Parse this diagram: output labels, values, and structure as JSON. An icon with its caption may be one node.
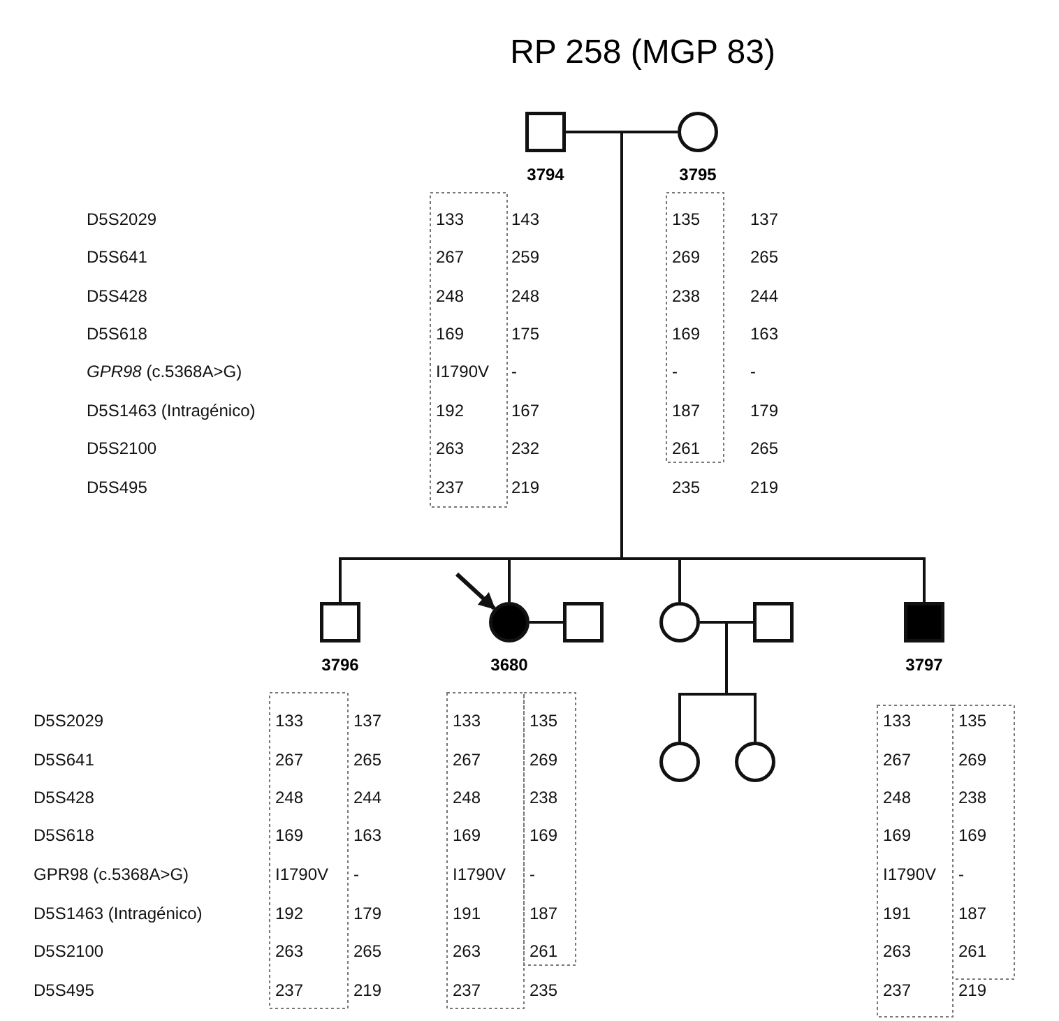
{
  "diagram": {
    "title": "RP 258 (MGP 83)",
    "nodes": [
      {
        "text": [],
        "shape": "box",
        "beside": [
          "3794"
        ]
      },
      {
        "text": [],
        "shape": "circle",
        "beside": [
          "3795"
        ]
      },
      {
        "text": [],
        "shape": "box",
        "beside": [
          "3796"
        ]
      },
      {
        "text": [],
        "shape": "disc",
        "beside": [
          "3680"
        ]
      },
      {
        "text": [],
        "shape": "box"
      },
      {
        "text": [],
        "shape": "circle"
      },
      {
        "text": [],
        "shape": "box"
      },
      {
        "text": [],
        "shape": "block",
        "beside": [
          "3797"
        ]
      },
      {
        "text": [],
        "shape": "circle"
      },
      {
        "text": [],
        "shape": "circle"
      }
    ],
    "edges": [
      {
        "from": 0,
        "to": 1,
        "arrow": "none"
      },
      {
        "from": null,
        "to": 2,
        "arrow": "none"
      },
      {
        "from": null,
        "to": 3,
        "arrow": "none"
      },
      {
        "from": null,
        "to": 5,
        "arrow": "none"
      },
      {
        "from": null,
        "to": 7,
        "arrow": "none"
      },
      {
        "from": 3,
        "to": 4,
        "arrow": "none"
      },
      {
        "from": 5,
        "to": 6,
        "arrow": "none"
      },
      {
        "from": null,
        "to": 8,
        "arrow": "none"
      },
      {
        "from": null,
        "to": 9,
        "arrow": "none"
      },
      {
        "from": null,
        "to": 3,
        "arrow": "to"
      }
    ],
    "labels": [
      "D5S2029",
      "133",
      "143",
      "135",
      "137",
      "D5S641",
      "267",
      "259",
      "269",
      "265",
      "D5S428",
      "248",
      "248",
      "238",
      "244",
      "D5S618",
      "169",
      "175",
      "169",
      "163",
      "*GPR98* (c.5368A>G)",
      "I1790V",
      "-",
      "-",
      "-",
      "D5S1463 (Intragénico)",
      "192",
      "167",
      "187",
      "179",
      "D5S2100",
      "263",
      "232",
      "261",
      "265",
      "D5S495",
      "237",
      "219",
      "235",
      "219",
      "D5S2029",
      "133",
      "137",
      "133",
      "135",
      "133",
      "135",
      "D5S641",
      "267",
      "265",
      "267",
      "269",
      "267",
      "269",
      "D5S428",
      "248",
      "244",
      "248",
      "238",
      "248",
      "238",
      "D5S618",
      "169",
      "163",
      "169",
      "169",
      "169",
      "169",
      "GPR98 (c.5368A>G)",
      "I1790V",
      "-",
      "I1790V",
      "-",
      "I1790V",
      "-",
      "D5S1463 (Intragénico)",
      "192",
      "179",
      "191",
      "187",
      "191",
      "187",
      "D5S2100",
      "263",
      "265",
      "263",
      "261",
      "263",
      "261",
      "D5S495",
      "237",
      "219",
      "237",
      "235",
      "237",
      "219"
    ]
  }
}
